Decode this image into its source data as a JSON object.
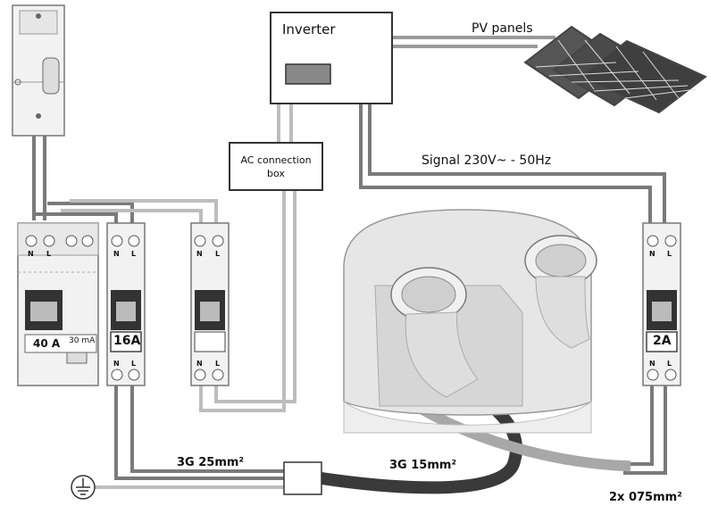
{
  "inverter": {
    "title": "Inverter"
  },
  "pv": {
    "label": "PV panels"
  },
  "ac_box": {
    "label": "AC connection box"
  },
  "signal": {
    "label": "Signal 230V~ - 50Hz"
  },
  "cables": {
    "main": "3G 25mm²",
    "heater": "3G 15mm²",
    "signal": "2x 075mm²"
  },
  "breakers": {
    "rcd_rating": "40 A",
    "rcd_sensitivity": "30 mA",
    "supply_rating": "16A",
    "signal_rating": "2A",
    "neutral": "N",
    "line": "L"
  },
  "colors": {
    "wire_dark": "#7a7a7a",
    "wire_light": "#bdbdbd",
    "cable_black": "#3a3a3a"
  }
}
